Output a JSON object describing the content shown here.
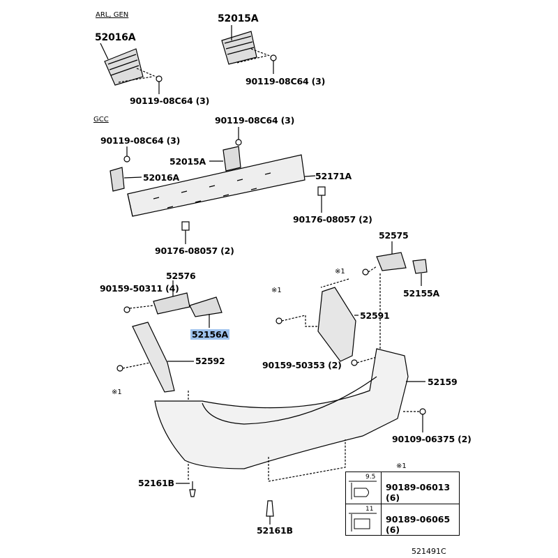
{
  "sections": {
    "arl_gen": "ARL, GEN",
    "gcc": "GCC"
  },
  "labels": {
    "p52016a_top": "52016A",
    "p52015a_top": "52015A",
    "bolt_a": "90119-08C64 (3)",
    "bolt_b": "90119-08C64 (3)",
    "bolt_c": "90119-08C64 (3)",
    "bolt_d": "90119-08C64 (3)",
    "p52015a_gcc": "52015A",
    "p52016a_gcc": "52016A",
    "p52171a": "52171A",
    "nut_r": "90176-08057 (2)",
    "nut_l": "90176-08057 (2)",
    "p52575": "52575",
    "note_r1": "※1",
    "p52576": "52576",
    "screw_50311": "90159-50311 (4)",
    "p52155a": "52155A",
    "note_r2": "※1",
    "p52591": "52591",
    "p52156a": "52156A",
    "p52592": "52592",
    "screw_50353": "90159-50353 (2)",
    "note_l": "※1",
    "p52159": "52159",
    "screw_06375": "90109-06375 (2)",
    "clip_l": "52161B",
    "clip_b": "52161B"
  },
  "legend": {
    "title": "※1",
    "rows": [
      {
        "dim": "9.5",
        "part": "90189-06013 (6)"
      },
      {
        "dim": "11",
        "part": "90189-06065 (6)"
      }
    ]
  },
  "diagram_id": "521491C",
  "highlight_color": "#9fc3ee"
}
